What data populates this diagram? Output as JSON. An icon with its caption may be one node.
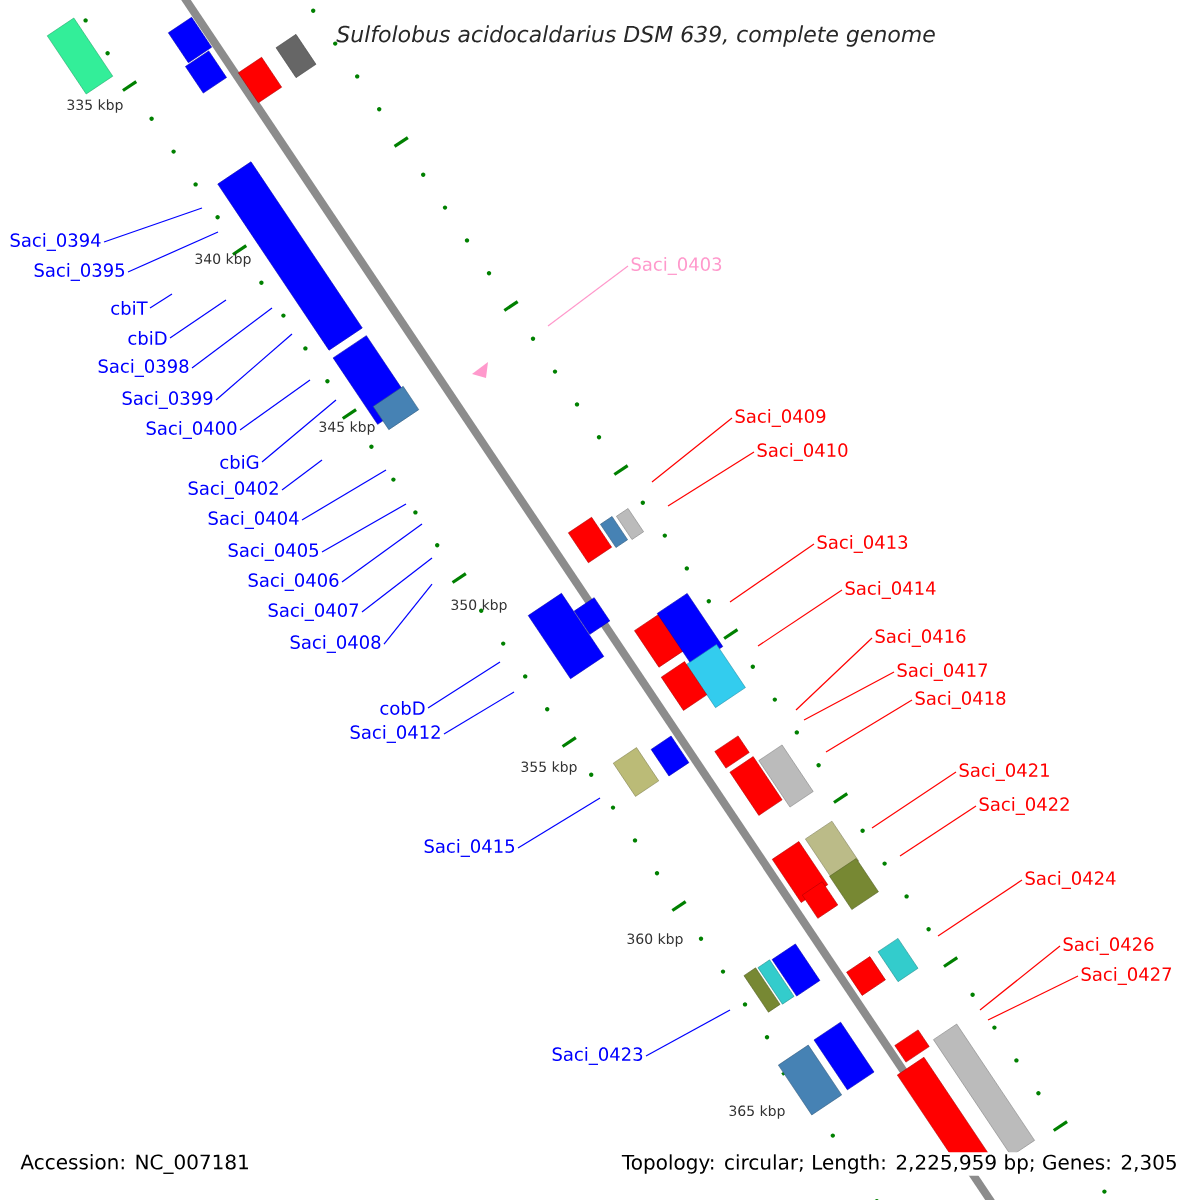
{
  "diagram": {
    "title": "Sulfolobus acidocaldarius DSM 639, complete genome",
    "nodes": [
      {
        "text": [
          "Saci_0394"
        ]
      },
      {
        "text": [
          "Saci_0395"
        ]
      },
      {
        "text": [
          "cbiT"
        ]
      },
      {
        "text": [
          "cbiD"
        ]
      },
      {
        "text": [
          "Saci_0398"
        ]
      },
      {
        "text": [
          "Saci_0399"
        ]
      },
      {
        "text": [
          "Saci_0400"
        ]
      },
      {
        "text": [
          "cbiG"
        ]
      },
      {
        "text": [
          "Saci_0402"
        ]
      },
      {
        "text": [
          "Saci_0404"
        ]
      },
      {
        "text": [
          "Saci_0405"
        ]
      },
      {
        "text": [
          "Saci_0406"
        ]
      },
      {
        "text": [
          "Saci_0407"
        ]
      },
      {
        "text": [
          "Saci_0408"
        ]
      },
      {
        "text": [
          "cobD"
        ]
      },
      {
        "text": [
          "Saci_0412"
        ]
      },
      {
        "text": [
          "Saci_0415"
        ]
      },
      {
        "text": [
          "Saci_0423"
        ]
      },
      {
        "text": [
          "Saci_0403"
        ]
      },
      {
        "text": [
          "Saci_0409"
        ]
      },
      {
        "text": [
          "Saci_0410"
        ]
      },
      {
        "text": [
          "Saci_0413"
        ]
      },
      {
        "text": [
          "Saci_0414"
        ]
      },
      {
        "text": [
          "Saci_0416"
        ]
      },
      {
        "text": [
          "Saci_0417"
        ]
      },
      {
        "text": [
          "Saci_0418"
        ]
      },
      {
        "text": [
          "Saci_0421"
        ]
      },
      {
        "text": [
          "Saci_0422"
        ]
      },
      {
        "text": [
          "Saci_0424"
        ]
      },
      {
        "text": [
          "Saci_0426"
        ]
      },
      {
        "text": [
          "Saci_0427"
        ]
      }
    ],
    "edges": [
      {
        "from": 0,
        "to": null,
        "arrow": "none"
      },
      {
        "from": 1,
        "to": null,
        "arrow": "none"
      },
      {
        "from": 2,
        "to": null,
        "arrow": "none"
      },
      {
        "from": 3,
        "to": null,
        "arrow": "none"
      },
      {
        "from": 4,
        "to": null,
        "arrow": "none"
      },
      {
        "from": 5,
        "to": null,
        "arrow": "none"
      },
      {
        "from": 6,
        "to": null,
        "arrow": "none"
      },
      {
        "from": 7,
        "to": null,
        "arrow": "none"
      },
      {
        "from": 8,
        "to": null,
        "arrow": "none"
      },
      {
        "from": 9,
        "to": null,
        "arrow": "none"
      },
      {
        "from": 10,
        "to": null,
        "arrow": "none"
      },
      {
        "from": 11,
        "to": null,
        "arrow": "none"
      },
      {
        "from": 12,
        "to": null,
        "arrow": "none"
      },
      {
        "from": 13,
        "to": null,
        "arrow": "none"
      },
      {
        "from": 14,
        "to": null,
        "arrow": "none"
      },
      {
        "from": 15,
        "to": null,
        "arrow": "none"
      },
      {
        "from": 16,
        "to": null,
        "arrow": "none"
      },
      {
        "from": 17,
        "to": null,
        "arrow": "none"
      },
      {
        "from": 18,
        "to": null,
        "arrow": "none",
        "color": "#ff99cc"
      },
      {
        "from": 19,
        "to": null,
        "arrow": "none",
        "color": "#ff0000"
      },
      {
        "from": 20,
        "to": null,
        "arrow": "none",
        "color": "#ff0000"
      },
      {
        "from": 21,
        "to": null,
        "arrow": "none",
        "color": "#ff0000"
      },
      {
        "from": 22,
        "to": null,
        "arrow": "none",
        "color": "#ff0000"
      },
      {
        "from": 23,
        "to": null,
        "arrow": "none",
        "color": "#ff0000"
      },
      {
        "from": 24,
        "to": null,
        "arrow": "none",
        "color": "#ff0000"
      },
      {
        "from": 25,
        "to": null,
        "arrow": "none",
        "color": "#ff0000"
      },
      {
        "from": 26,
        "to": null,
        "arrow": "none",
        "color": "#ff0000"
      },
      {
        "from": 27,
        "to": null,
        "arrow": "none",
        "color": "#ff0000"
      },
      {
        "from": 28,
        "to": null,
        "arrow": "none",
        "color": "#ff0000"
      },
      {
        "from": 29,
        "to": null,
        "arrow": "none",
        "color": "#ff0000"
      },
      {
        "from": 30,
        "to": null,
        "arrow": "none",
        "color": "#ff0000"
      }
    ],
    "labels": [
      "335 kbp",
      "340 kbp",
      "345 kbp",
      "350 kbp",
      "355 kbp",
      "360 kbp",
      "365 kbp",
      "Accession: NC_007181",
      "Topology: circular; Length: 2,225,959 bp; Genes: 2,305"
    ]
  }
}
